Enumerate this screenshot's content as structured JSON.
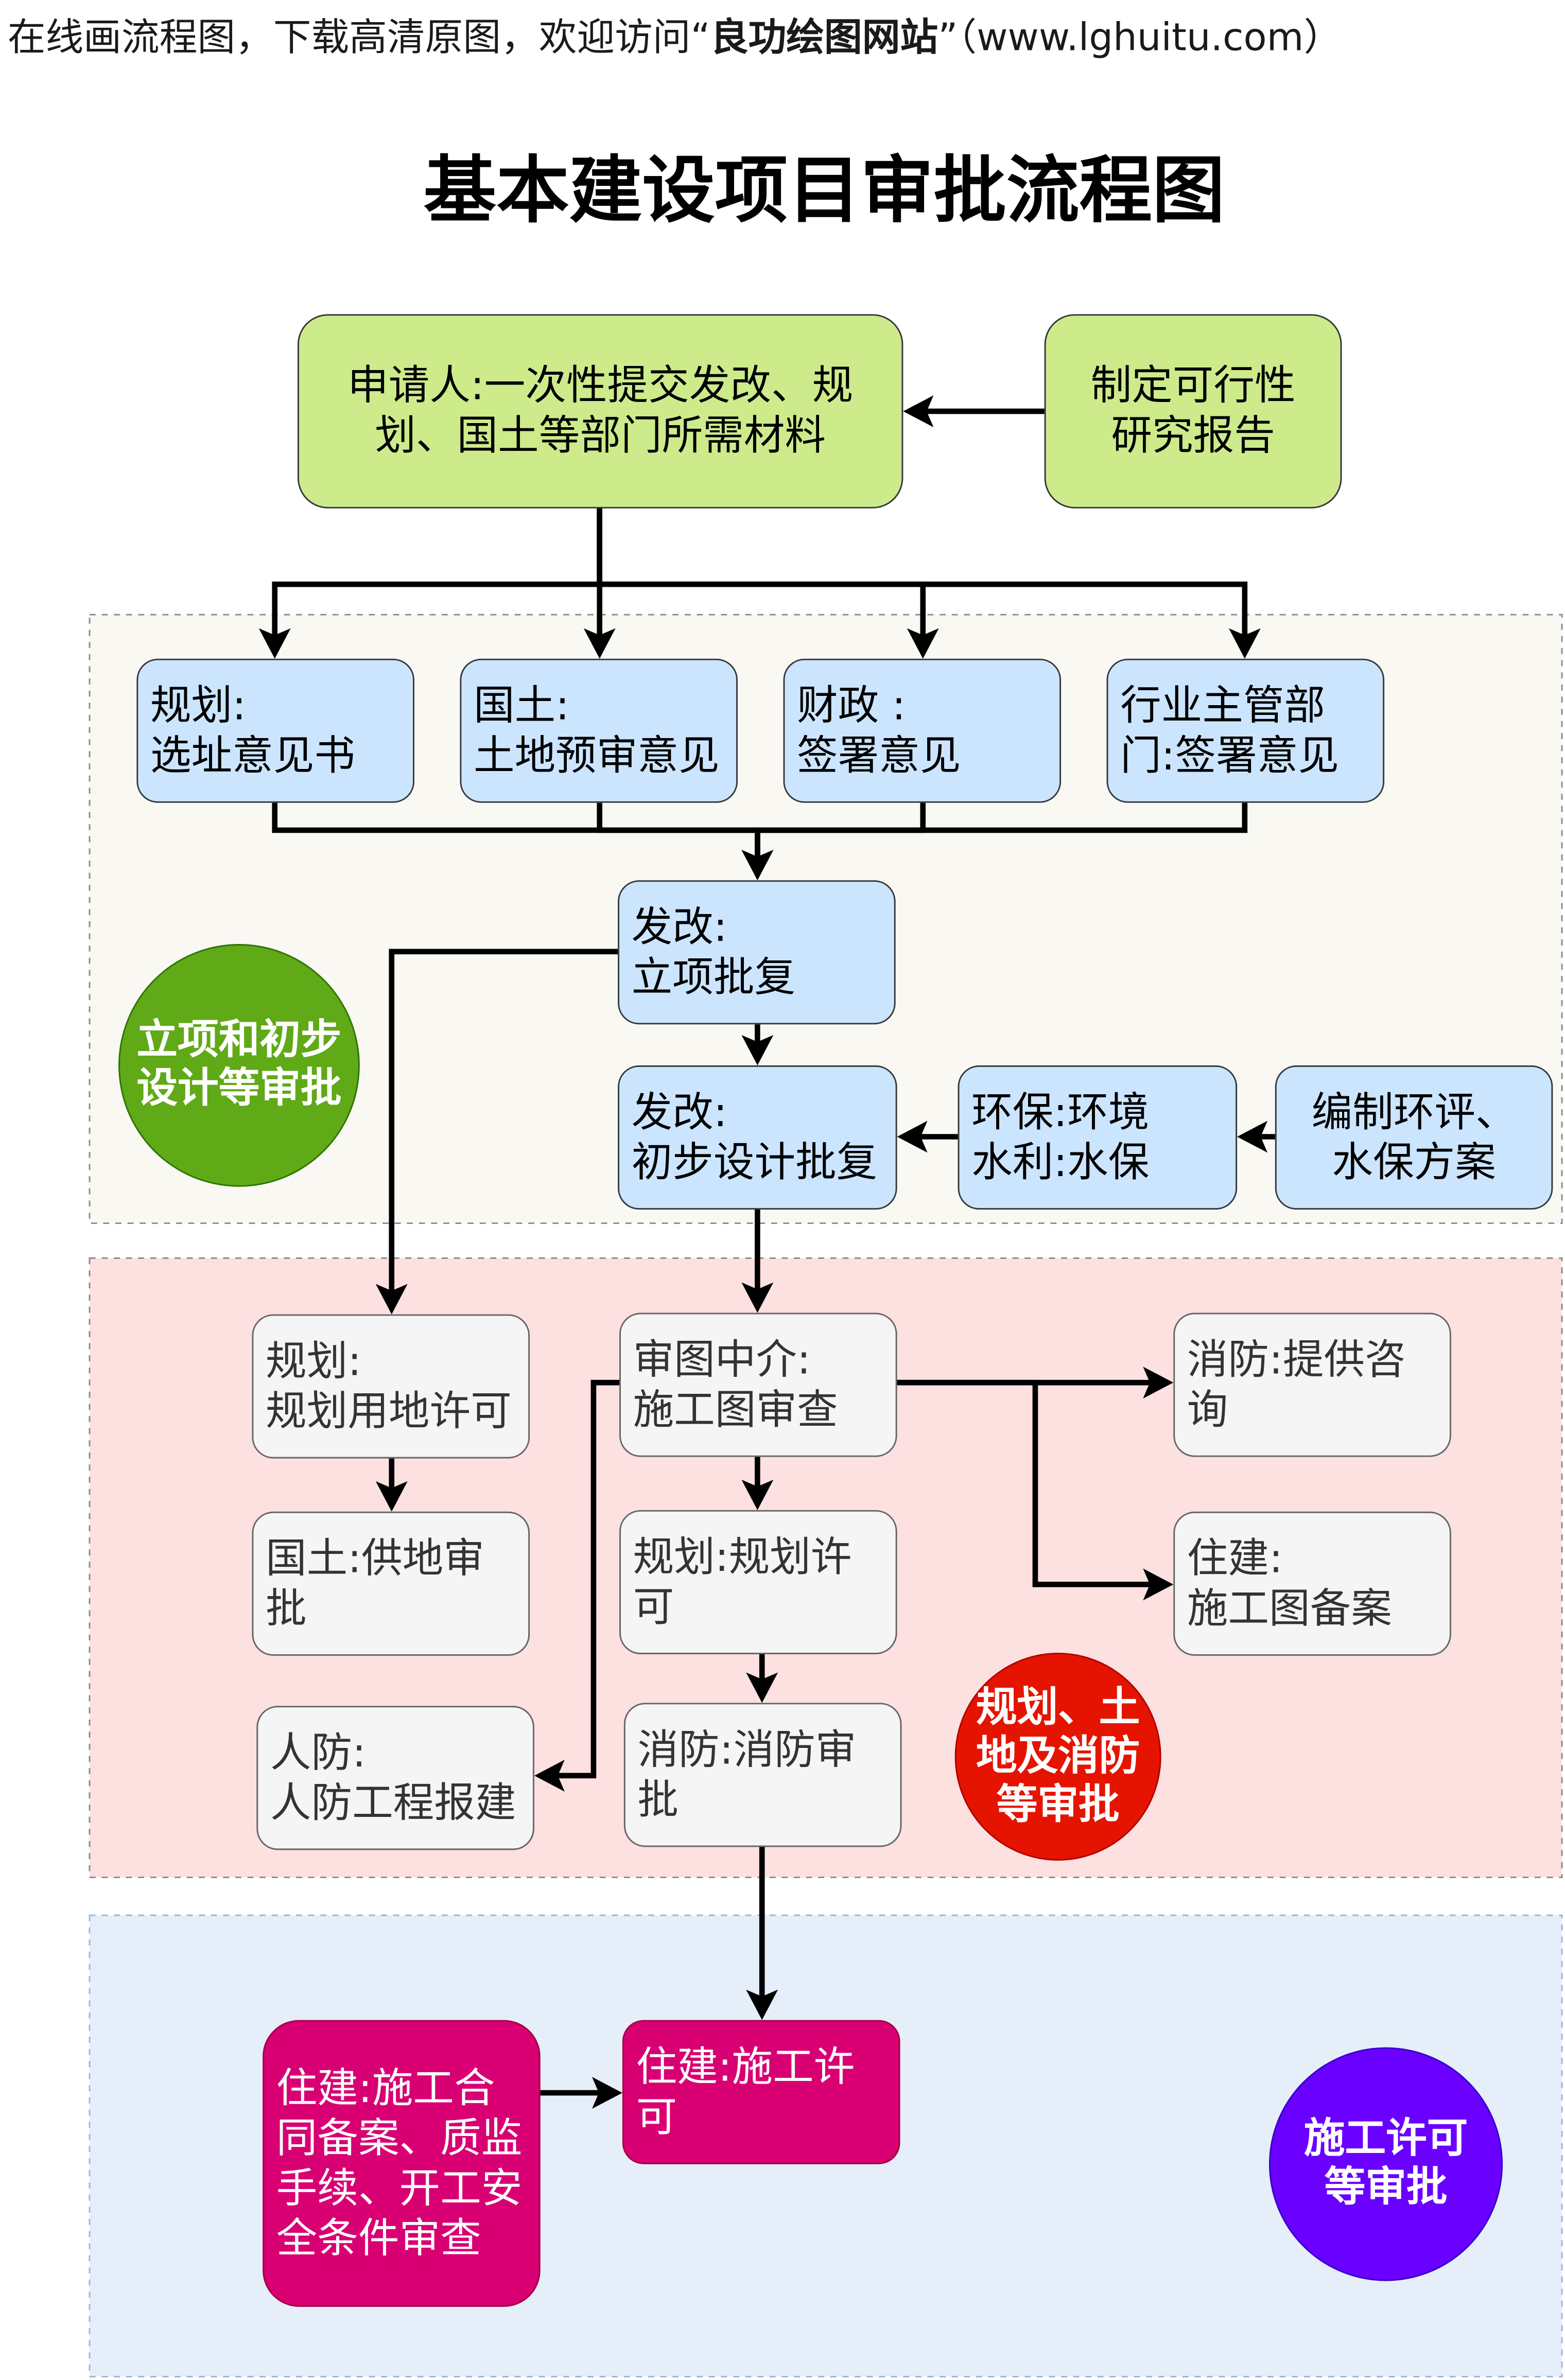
{
  "header": {
    "text_before": "在线画流程图，下载高清原图，欢迎访问“",
    "brand": "良功绘图网站",
    "text_after": "”（www.lghuitu.com）"
  },
  "title": "基本建设项目审批流程图",
  "palette": {
    "green_box": "#cdeb8b",
    "blue_box": "#cce5ff",
    "gray_box": "#f5f5f5",
    "magenta_box": "#d80073",
    "circle_green": "#60a917",
    "circle_red": "#e51400",
    "circle_purple": "#6a00ff",
    "section1_fill": "#f9f8f3",
    "section2_fill": "#fde0e0",
    "section3_fill": "#e6eef9"
  },
  "stages": [
    {
      "label_lines": [
        "立项和初步",
        "设计等审批"
      ]
    },
    {
      "label_lines": [
        "规划、土",
        "地及消防",
        "等审批"
      ]
    },
    {
      "label_lines": [
        "施工许可",
        "等审批"
      ]
    }
  ],
  "nodes": {
    "applicant": {
      "lines": [
        "申请人:一次性提交发改、规",
        "划、国土等部门所需材料"
      ]
    },
    "feasibility_report": {
      "lines": [
        "制定可行性",
        "研究报告"
      ]
    },
    "planning_site_opinion": {
      "lines": [
        "规划:",
        "选址意见书"
      ]
    },
    "land_pre_review": {
      "lines": [
        "国土:",
        "土地预审意见"
      ]
    },
    "finance_opinion": {
      "lines": [
        "财政 :",
        "签署意见"
      ]
    },
    "industry_dept_opinion": {
      "lines": [
        "行业主管部",
        "门:签署意见"
      ]
    },
    "ndrc_project_approval": {
      "lines": [
        "发改:",
        "立项批复"
      ]
    },
    "ndrc_preliminary_design": {
      "lines": [
        "发改:",
        "初步设计批复"
      ]
    },
    "env_water_review": {
      "lines": [
        "环保:环境",
        "水利:水保"
      ]
    },
    "eia_plan": {
      "lines": [
        "编制环评、",
        "水保方案"
      ]
    },
    "planning_land_use_permit": {
      "lines": [
        "规划:",
        "规划用地许可"
      ]
    },
    "land_supply_approval": {
      "lines": [
        "国土:供地审",
        "批"
      ]
    },
    "civil_defense_filing": {
      "lines": [
        "人防:",
        "人防工程报建"
      ]
    },
    "drawing_review_agency": {
      "lines": [
        "审图中介:",
        "施工图审查"
      ]
    },
    "planning_permit": {
      "lines": [
        "规划:规划许",
        "可"
      ]
    },
    "fire_approval": {
      "lines": [
        "消防:消防审",
        "批"
      ]
    },
    "fire_consult": {
      "lines": [
        "消防:提供咨",
        "询"
      ]
    },
    "housing_drawing_filing": {
      "lines": [
        "住建:",
        "施工图备案"
      ]
    },
    "construction_permit": {
      "lines": [
        "住建:施工许",
        "可"
      ]
    },
    "contract_quality_safety": {
      "lines": [
        "住建:施工合",
        "同备案、质监",
        "手续、开工安",
        "全条件审查"
      ]
    }
  },
  "edges": [
    {
      "from": "feasibility_report",
      "to": "applicant"
    },
    {
      "from": "applicant",
      "to": "planning_site_opinion"
    },
    {
      "from": "applicant",
      "to": "land_pre_review"
    },
    {
      "from": "applicant",
      "to": "finance_opinion"
    },
    {
      "from": "applicant",
      "to": "industry_dept_opinion"
    },
    {
      "from": "planning_site_opinion",
      "to": "ndrc_project_approval"
    },
    {
      "from": "land_pre_review",
      "to": "ndrc_project_approval"
    },
    {
      "from": "finance_opinion",
      "to": "ndrc_project_approval"
    },
    {
      "from": "industry_dept_opinion",
      "to": "ndrc_project_approval"
    },
    {
      "from": "ndrc_project_approval",
      "to": "ndrc_preliminary_design"
    },
    {
      "from": "ndrc_project_approval",
      "to": "planning_land_use_permit"
    },
    {
      "from": "env_water_review",
      "to": "ndrc_preliminary_design"
    },
    {
      "from": "eia_plan",
      "to": "env_water_review"
    },
    {
      "from": "ndrc_preliminary_design",
      "to": "drawing_review_agency"
    },
    {
      "from": "planning_land_use_permit",
      "to": "land_supply_approval"
    },
    {
      "from": "drawing_review_agency",
      "to": "planning_permit"
    },
    {
      "from": "planning_permit",
      "to": "fire_approval"
    },
    {
      "from": "drawing_review_agency",
      "to": "civil_defense_filing"
    },
    {
      "from": "drawing_review_agency",
      "to": "fire_consult"
    },
    {
      "from": "drawing_review_agency",
      "to": "housing_drawing_filing"
    },
    {
      "from": "fire_approval",
      "to": "construction_permit"
    },
    {
      "from": "contract_quality_safety",
      "to": "construction_permit"
    }
  ]
}
